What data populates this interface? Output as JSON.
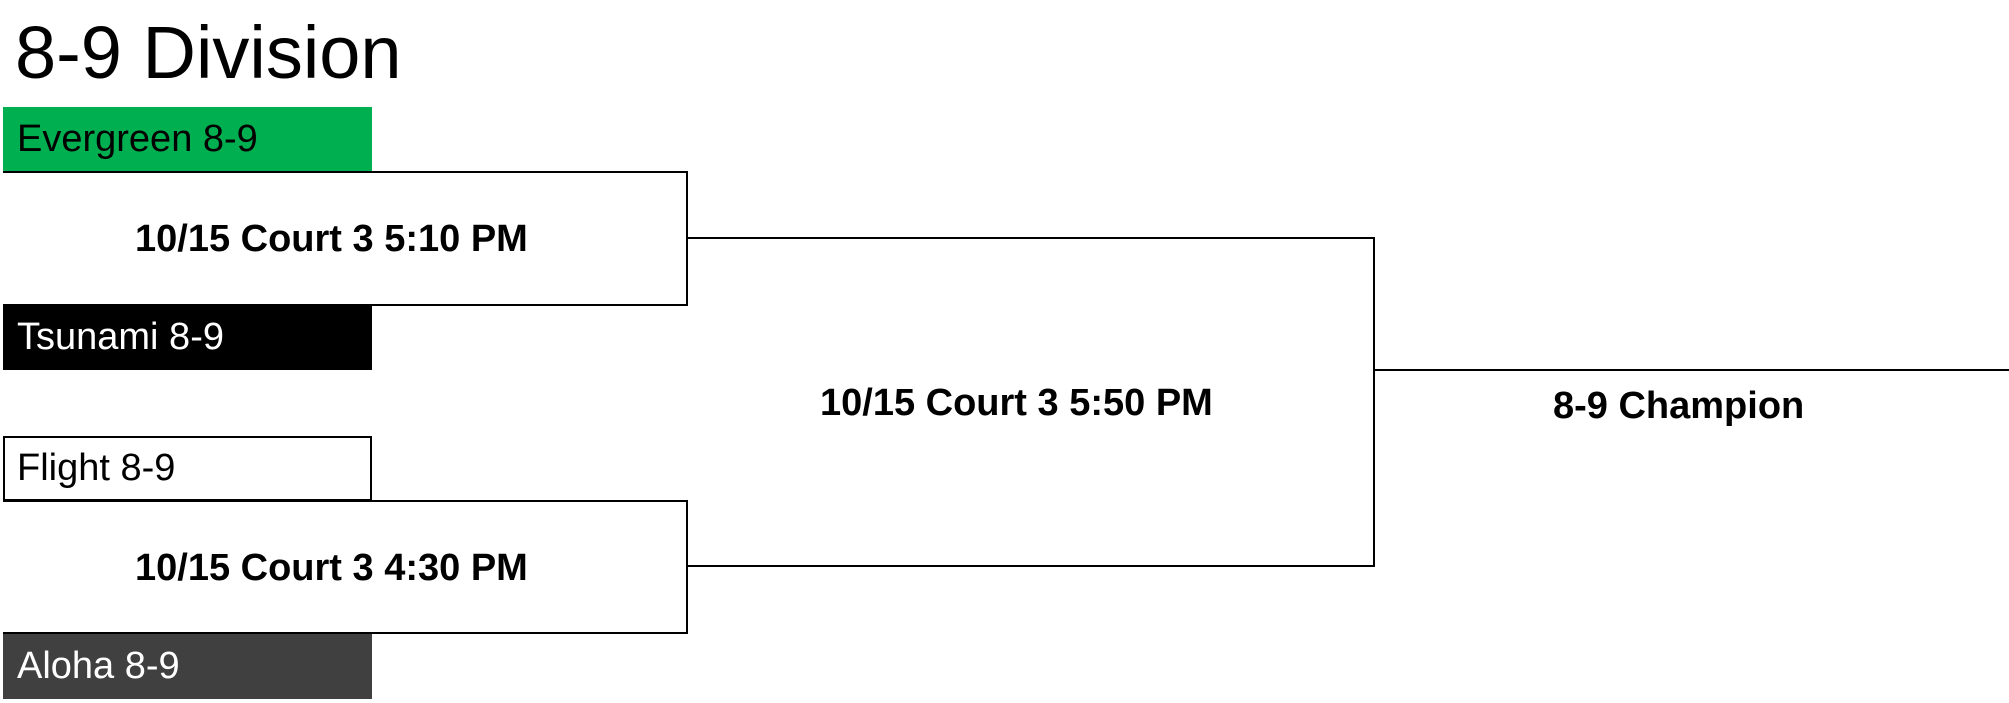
{
  "title": "8-9 Division",
  "colors": {
    "evergreen": "#00b050",
    "tsunami": "#000000",
    "flight": "#ffffff",
    "aloha": "#404040",
    "lines": "#000000"
  },
  "teams": [
    {
      "name": "Evergreen 8-9"
    },
    {
      "name": "Tsunami 8-9"
    },
    {
      "name": "Flight 8-9"
    },
    {
      "name": "Aloha 8-9"
    }
  ],
  "games": {
    "semifinal_1": "10/15 Court 3 5:10 PM",
    "semifinal_2": "10/15 Court 3 4:30 PM",
    "final": "10/15 Court 3 5:50 PM"
  },
  "champion_label": "8-9 Champion"
}
